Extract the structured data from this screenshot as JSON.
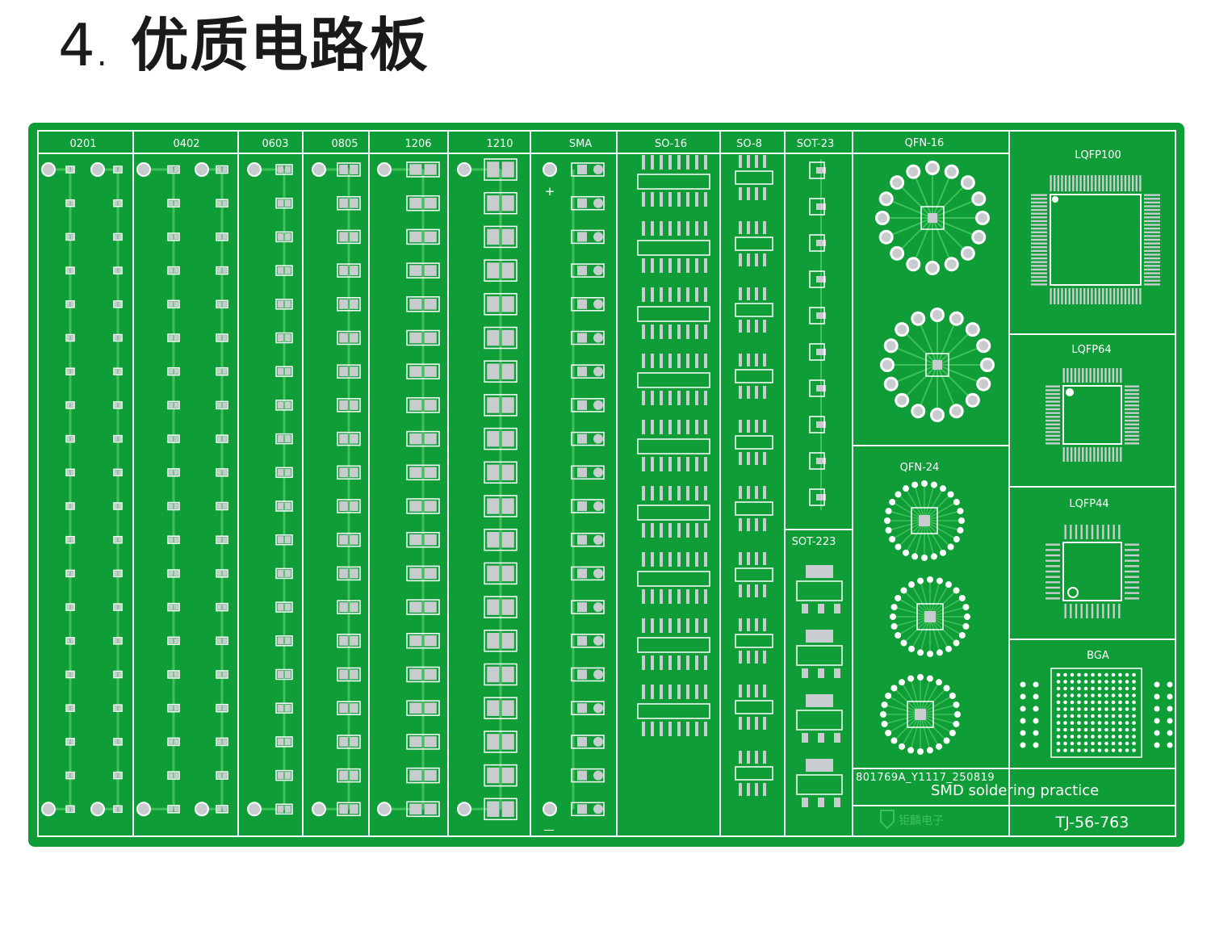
{
  "heading": {
    "number": "4",
    "separator": ".",
    "title": "优质电路板"
  },
  "board": {
    "columns": [
      "0201",
      "0402",
      "0603",
      "0805",
      "1206",
      "1210",
      "SMA",
      "SO-16",
      "SO-8",
      "SOT-23",
      "SOT-223"
    ],
    "sma_marks": {
      "plus": "+",
      "minus": "—"
    },
    "qfn": [
      "QFN-16",
      "QFN-24"
    ],
    "right_panels": [
      "LQFP100",
      "LQFP64",
      "LQFP44",
      "BGA"
    ],
    "code_line": "801769A_Y1117_250819",
    "caption": "SMD soldering practice",
    "brand_logo": "钜麟电子",
    "part_number": "TJ-56-763"
  },
  "colors": {
    "board": "#0f9d38",
    "silkscreen": "#ffffff",
    "pad": "#c8ccce",
    "trace": "#3fc05a"
  }
}
